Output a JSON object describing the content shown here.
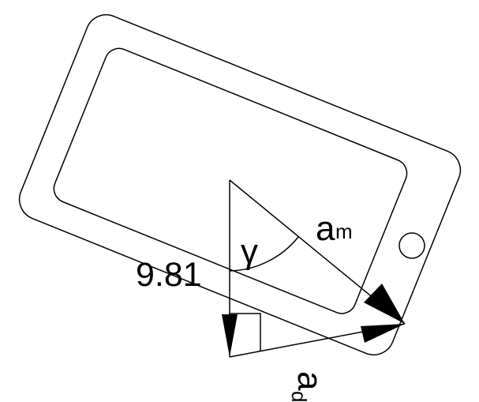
{
  "diagram": {
    "labels": {
      "gravity": "9.81",
      "angle": "γ",
      "measured_accel": "a",
      "measured_sub": "m",
      "device_accel": "a",
      "device_sub": "d"
    },
    "colors": {
      "stroke": "#000000",
      "background": "#ffffff"
    },
    "icons": {
      "device": "phone-outline",
      "home_button": "circle-button",
      "angle_marker": "arc",
      "right_angle_marker": "square-corner"
    }
  }
}
